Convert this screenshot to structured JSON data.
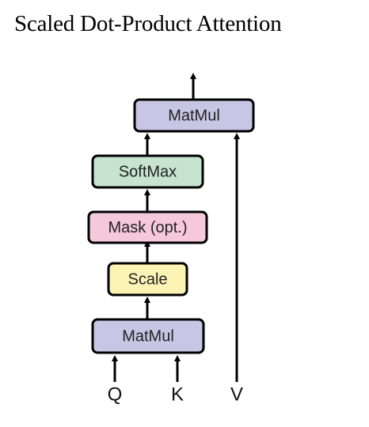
{
  "title": "Scaled Dot-Product Attention",
  "boxes": {
    "matmul_top": {
      "label": "MatMul",
      "color": "#c9c5e4"
    },
    "softmax": {
      "label": "SoftMax",
      "color": "#c6e4ce"
    },
    "mask": {
      "label": "Mask (opt.)",
      "color": "#f6c8dc"
    },
    "scale": {
      "label": "Scale",
      "color": "#fbf3b4"
    },
    "matmul_bottom": {
      "label": "MatMul",
      "color": "#c9c5e4"
    }
  },
  "inputs": {
    "q": "Q",
    "k": "K",
    "v": "V"
  },
  "colors": {
    "stroke": "#000000",
    "arrow": "#000000"
  }
}
